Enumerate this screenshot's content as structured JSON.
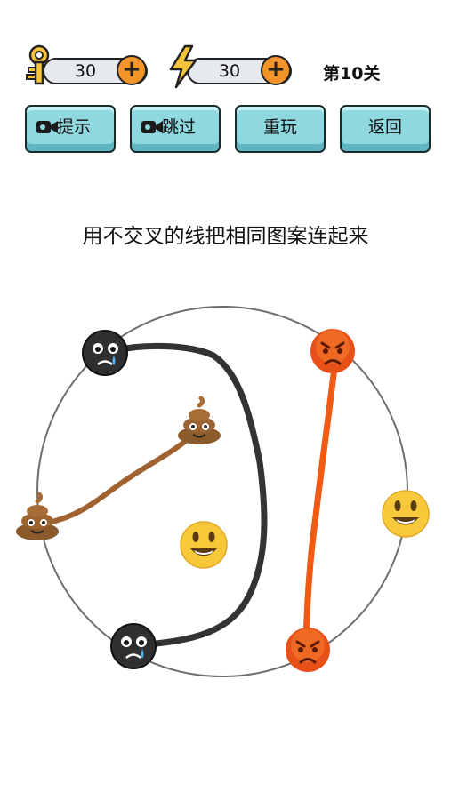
{
  "hud": {
    "keys": {
      "icon": "key-icon",
      "count": "30",
      "add_icon": "plus-icon"
    },
    "energy": {
      "icon": "lightning-icon",
      "count": "30",
      "add_icon": "plus-icon"
    },
    "level_label": "第10关"
  },
  "buttons": {
    "hint": {
      "label": "提示",
      "icon": "video-camera-icon"
    },
    "skip": {
      "label": "跳过",
      "icon": "video-camera-icon"
    },
    "replay": {
      "label": "重玩"
    },
    "back": {
      "label": "返回"
    }
  },
  "instruction": "用不交叉的线把相同图案连起来",
  "board": {
    "shape": "circle",
    "items": [
      {
        "type": "crying-face",
        "color": "#2f2f2f"
      },
      {
        "type": "crying-face",
        "color": "#2f2f2f"
      },
      {
        "type": "angry-face",
        "color": "#e8501a"
      },
      {
        "type": "angry-face",
        "color": "#e8501a"
      },
      {
        "type": "poop",
        "color": "#8b5a2b"
      },
      {
        "type": "poop",
        "color": "#8b5a2b"
      },
      {
        "type": "smiley-face",
        "color": "#f7c93a"
      },
      {
        "type": "smiley-face",
        "color": "#f7c93a"
      }
    ],
    "lines": [
      {
        "pair": "crying-face",
        "color": "#333333",
        "state": "connected"
      },
      {
        "pair": "angry-face",
        "color": "#f05a12",
        "state": "connected"
      },
      {
        "pair": "poop",
        "color": "#a0622e",
        "state": "connected"
      },
      {
        "pair": "smiley-face",
        "state": "not-connected"
      }
    ]
  },
  "colors": {
    "button_fill": "#8fd8df",
    "plus_fill": "#f3942a",
    "pill_fill": "#e6e9ee"
  }
}
